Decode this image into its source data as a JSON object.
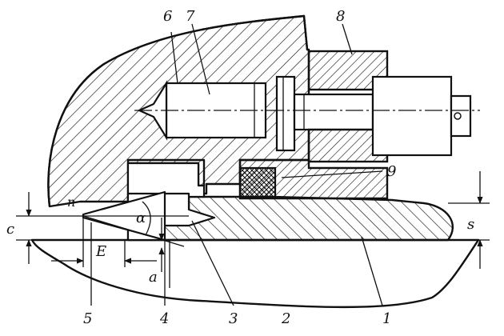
{
  "labels": {
    "part_1": "1",
    "part_2": "2",
    "part_3": "3",
    "part_4": "4",
    "part_5": "5",
    "part_6": "6",
    "part_7": "7",
    "part_8": "8",
    "part_9": "9",
    "dim_c": "c",
    "dim_E": "E",
    "dim_a": "a",
    "dim_s": "s",
    "dim_n": "n",
    "angle_alpha": "α"
  }
}
